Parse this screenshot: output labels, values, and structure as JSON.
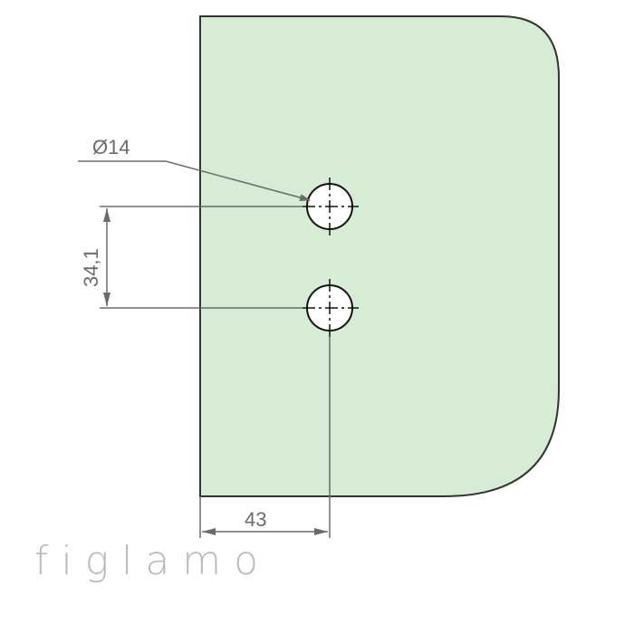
{
  "drawing": {
    "diameter_label": "Ø14",
    "vertical_dim_label": "34,1",
    "horizontal_dim_label": "43"
  },
  "colors": {
    "plate_fill": "#d6ecd5",
    "outline": "#333333",
    "dimension": "#6b6b6b",
    "watermark": "#b9b9b9"
  },
  "watermark": {
    "text": "figlamo"
  }
}
